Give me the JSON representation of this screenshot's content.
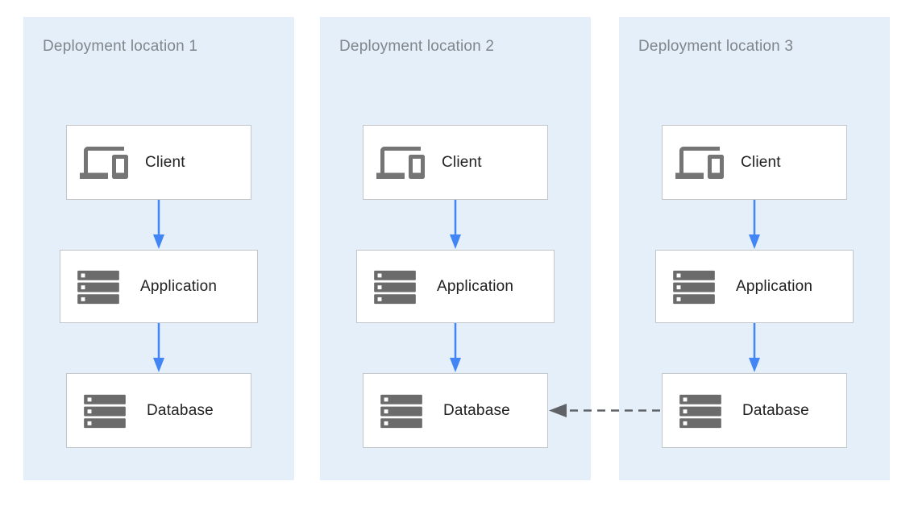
{
  "diagram": {
    "panels": [
      {
        "title": "Deployment location 1",
        "nodes": [
          {
            "label": "Client",
            "icon": "devices-icon"
          },
          {
            "label": "Application",
            "icon": "server-stack-icon"
          },
          {
            "label": "Database",
            "icon": "server-stack-icon"
          }
        ]
      },
      {
        "title": "Deployment location 2",
        "nodes": [
          {
            "label": "Client",
            "icon": "devices-icon"
          },
          {
            "label": "Application",
            "icon": "server-stack-icon"
          },
          {
            "label": "Database",
            "icon": "server-stack-icon"
          }
        ]
      },
      {
        "title": "Deployment location 3",
        "nodes": [
          {
            "label": "Client",
            "icon": "devices-icon"
          },
          {
            "label": "Application",
            "icon": "server-stack-icon"
          },
          {
            "label": "Database",
            "icon": "server-stack-icon"
          }
        ]
      }
    ],
    "arrows": {
      "vertical_flow": "solid blue downward: Client to Application, Application to Database (in each panel)",
      "cross_flow": "dashed gray leftward: Database of Deployment location 3 to Database of Deployment location 2"
    },
    "colors": {
      "panel_background": "#e4eff9",
      "panel_title": "#80868b",
      "node_background": "#ffffff",
      "node_border": "#c3c6c9",
      "node_label": "#212121",
      "icon_gray_client": "#757575",
      "icon_gray_server": "#6b6b6b",
      "arrow_blue": "#4285f4",
      "arrow_dashed_gray": "#5f6368"
    }
  }
}
